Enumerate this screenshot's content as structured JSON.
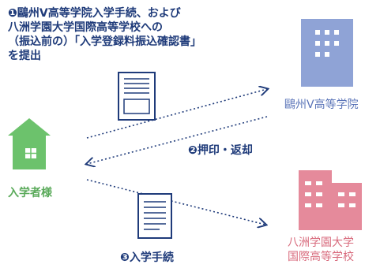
{
  "step1": {
    "line1": "❶鷗州V高等学院入学手続、および",
    "line2": "八洲学園大学国際高等学校への",
    "line3": "（振込前の）「入学登録料振込確認書」",
    "line4": "を提出"
  },
  "step2_label": "❷押印・返却",
  "step3_label": "❸入学手続",
  "applicant_label": "入学者様",
  "school1_label": "鷗州V高等学院",
  "school2_label_line1": "八洲学園大学",
  "school2_label_line2": "国際高等学校",
  "colors": {
    "navy": "#1f3b7a",
    "blue_building": "#8fa3d6",
    "red_building": "#e58a9b",
    "green_house": "#6cc26c",
    "doc_stroke": "#1f3b7a"
  },
  "icons": [
    "house-icon",
    "blue-building-icon",
    "pink-building-icon",
    "document-form-icon",
    "document-icon"
  ]
}
